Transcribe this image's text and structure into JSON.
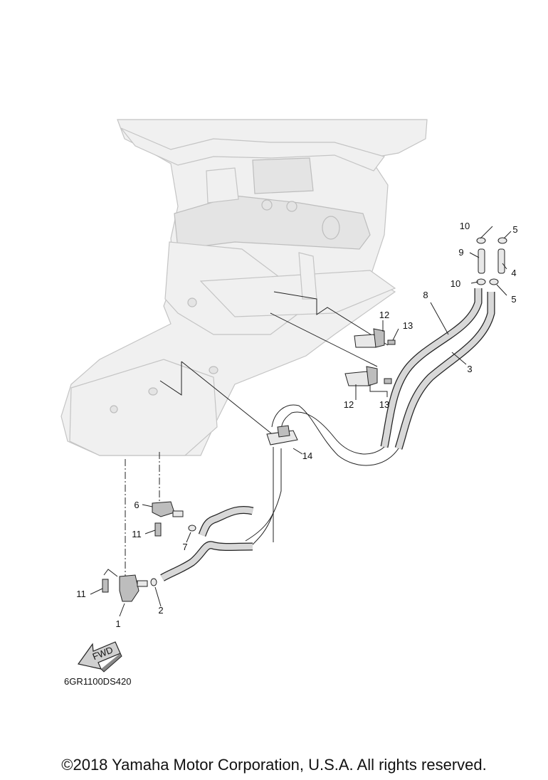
{
  "diagram_code": "6GR1100DS420",
  "direction_label": "FWD",
  "copyright": "©2018 Yamaha Motor Corporation, U.S.A. All rights reserved.",
  "callouts": {
    "c1": "1",
    "c2": "2",
    "c3": "3",
    "c4": "4",
    "c5a": "5",
    "c5b": "5",
    "c6": "6",
    "c7": "7",
    "c8": "8",
    "c9": "9",
    "c10a": "10",
    "c10b": "10",
    "c11a": "11",
    "c11b": "11",
    "c12a": "12",
    "c12b": "12",
    "c13a": "13",
    "c13b": "13",
    "c14": "14"
  }
}
